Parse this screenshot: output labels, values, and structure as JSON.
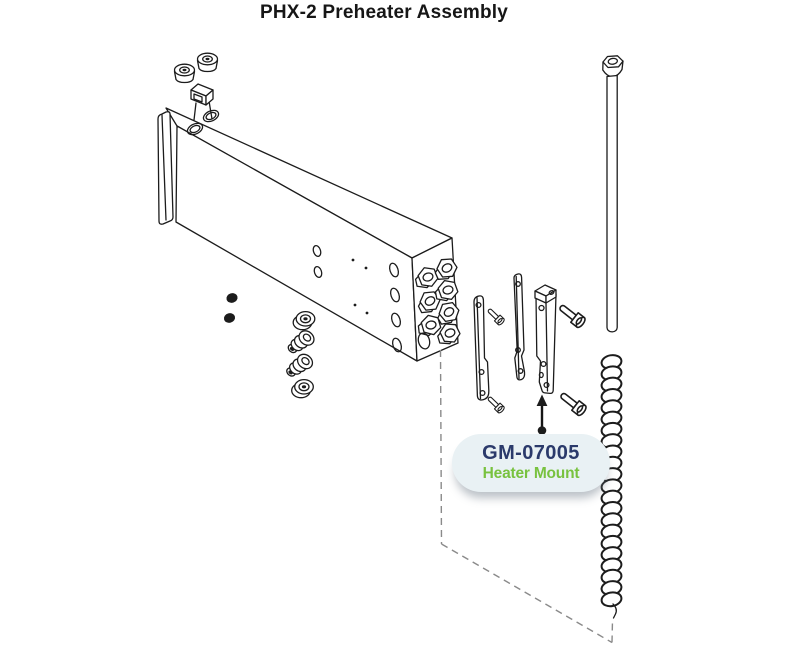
{
  "title": "PHX-2 Preheater Assembly",
  "callout": {
    "part_number": "GM-07005",
    "part_name": "Heater Mount"
  },
  "colors": {
    "background": "#ffffff",
    "line_art": "#1c1c1c",
    "dashed_outline": "#8a8a8a",
    "callout_background": "#e9f1f4",
    "part_number_text": "#2b3a6b",
    "part_name_text": "#78c23f"
  },
  "diagram": {
    "type": "exploded-view-assembly",
    "parts": [
      "preheater-body",
      "plug-fitting",
      "plug-fitting",
      "terminal-tab",
      "rivet",
      "rivet",
      "fitting-stack",
      "port-hex-nuts",
      "mount-bar",
      "mount-plate",
      "heater-mount-bracket",
      "mounting-screw",
      "mounting-screw",
      "mounting-screw",
      "mounting-screw",
      "heater-rod",
      "heater-coil",
      "assembly-dashed-outline",
      "callout-arrow"
    ]
  }
}
